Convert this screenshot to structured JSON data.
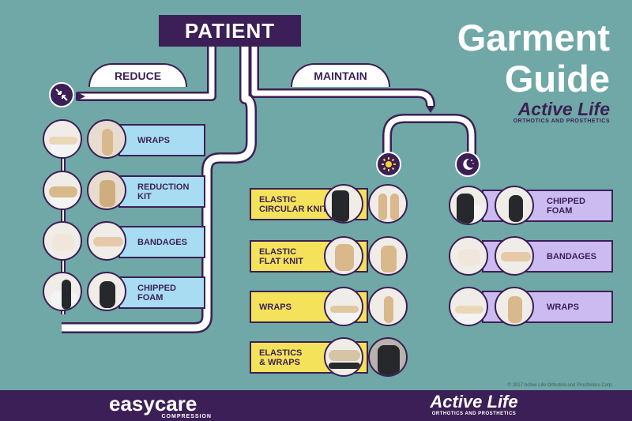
{
  "header": {
    "patient_label": "PATIENT",
    "reduce_label": "REDUCE",
    "maintain_label": "MAINTAIN",
    "title_line1": "Garment",
    "title_line2": "Guide",
    "brand_name": "Active Life",
    "brand_sub": "ORTHOTICS AND PROSTHETICS"
  },
  "icons": {
    "reduce": "compress-arrows-icon",
    "day": "sun-icon",
    "night": "moon-stars-icon"
  },
  "reduce_column": {
    "items": [
      {
        "label": "WRAPS",
        "photo1": "arm-wrap-photo",
        "photo2": "leg-wrap-photo"
      },
      {
        "label": "REDUCTION KIT",
        "photo1": "arm-kit-photo",
        "photo2": "leg-kit-photo"
      },
      {
        "label": "BANDAGES",
        "photo1": "hand-bandage-photo",
        "photo2": "arm-bandage-photo"
      },
      {
        "label": "CHIPPED FOAM",
        "photo1": "arm-foam-photo",
        "photo2": "leg-foam-photo"
      }
    ]
  },
  "day_column": {
    "items": [
      {
        "line1": "ELASTIC",
        "line2": "CIRCULAR KNIT"
      },
      {
        "line1": "ELASTIC",
        "line2": "FLAT KNIT"
      },
      {
        "line1": "WRAPS",
        "line2": ""
      },
      {
        "line1": "ELASTICS",
        "line2": "& WRAPS"
      }
    ]
  },
  "night_column": {
    "items": [
      {
        "label": "CHIPPED FOAM"
      },
      {
        "label": "BANDAGES"
      },
      {
        "label": "WRAPS"
      }
    ]
  },
  "footer": {
    "easycare_main": "easycare",
    "easycare_sub": "COMPRESSION",
    "brand_name": "Active Life",
    "brand_sub": "ORTHOTICS AND PROSTHETICS",
    "copyright": "© 2017 Active Life Orthotics and Prosthetics Corp."
  },
  "colors": {
    "background": "#6fa8a6",
    "navy": "#3c1f56",
    "blue_bar": "#a8dcf3",
    "yellow_bar": "#f3e25a",
    "purple_bar": "#cbbbf0"
  }
}
